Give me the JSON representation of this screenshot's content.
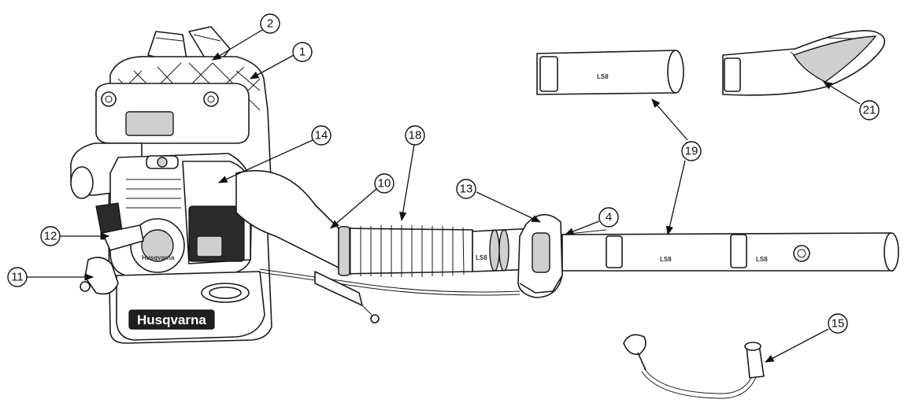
{
  "brand": "Husqvarna",
  "tube_marking": "LS8",
  "callouts": [
    {
      "id": "c1",
      "label": "1"
    },
    {
      "id": "c2",
      "label": "2"
    },
    {
      "id": "c4",
      "label": "4"
    },
    {
      "id": "c10",
      "label": "10"
    },
    {
      "id": "c11",
      "label": "11"
    },
    {
      "id": "c12",
      "label": "12"
    },
    {
      "id": "c13",
      "label": "13"
    },
    {
      "id": "c14",
      "label": "14"
    },
    {
      "id": "c15",
      "label": "15"
    },
    {
      "id": "c18",
      "label": "18"
    },
    {
      "id": "c19",
      "label": "19"
    },
    {
      "id": "c21",
      "label": "21"
    }
  ]
}
